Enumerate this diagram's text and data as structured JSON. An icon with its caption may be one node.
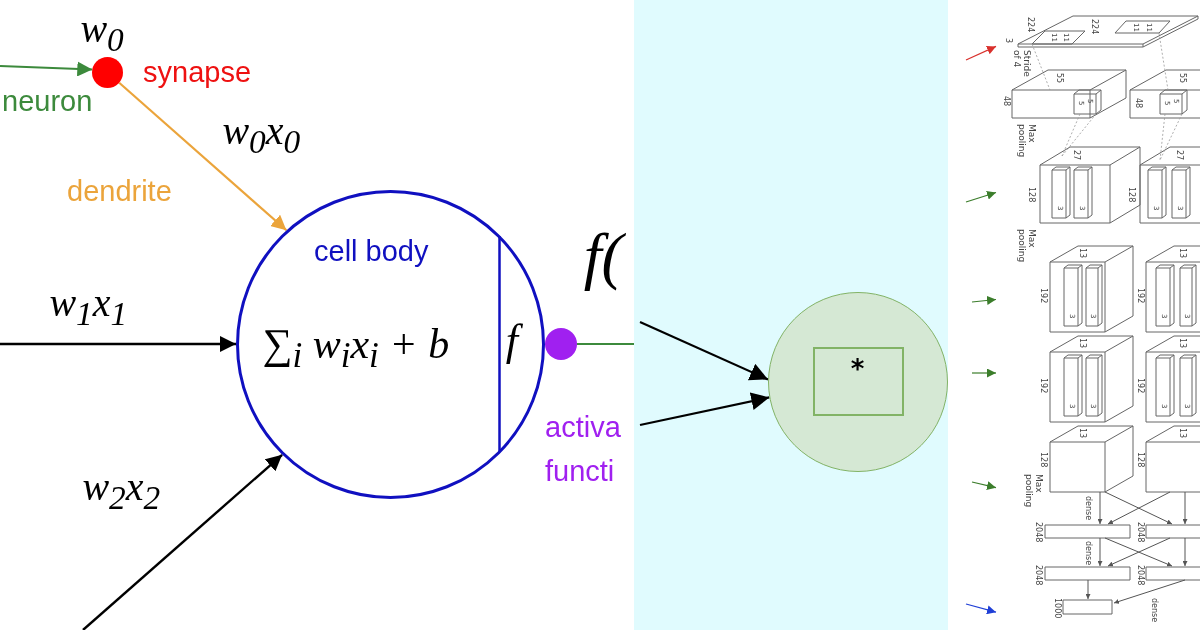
{
  "diagram": {
    "nodes": [
      {
        "text": [],
        "shape": "circle",
        "beside": [
          "w$_{0}$",
          "synapse"
        ]
      },
      {
        "text": [
          "cell body",
          "∑$_{i}$ w$_{i}$x$_{i}$ + b",
          "f"
        ]
      },
      {
        "text": [],
        "shape": "circle"
      },
      {
        "text": [],
        "shape": "circle"
      },
      {
        "text": [
          "*"
        ],
        "in": 3
      },
      {
        "text": [],
        "shape": "picture"
      }
    ],
    "edges": [
      {
        "from": null,
        "to": 0,
        "arrow": "to",
        "label": "neuron",
        "color": "#3c8a3c"
      },
      {
        "from": 0,
        "to": 1,
        "arrow": "to",
        "label": "dendrite",
        "color": "#eba43b"
      },
      {
        "from": null,
        "to": 1,
        "arrow": "to",
        "label": "w$_{1}$x$_{1}$"
      },
      {
        "from": null,
        "to": 1,
        "arrow": "to",
        "label": "w$_{2}$x$_{2}$"
      },
      {
        "from": 2,
        "to": null,
        "arrow": "none",
        "color": "#3c8a3c"
      },
      {
        "from": null,
        "to": 3,
        "arrow": "to"
      },
      {
        "from": null,
        "to": 3,
        "arrow": "to"
      },
      {
        "from": null,
        "to": 5,
        "arrow": "to",
        "color": "#d9302c"
      },
      {
        "from": null,
        "to": 5,
        "arrow": "to",
        "color": "#3b7d2b"
      },
      {
        "from": null,
        "to": 5,
        "arrow": "to",
        "color": "#3b7d2b"
      },
      {
        "from": null,
        "to": 5,
        "arrow": "to",
        "color": "#3b7d2b"
      },
      {
        "from": null,
        "to": 5,
        "arrow": "to",
        "color": "#3b7d2b"
      },
      {
        "from": null,
        "to": 5,
        "arrow": "to",
        "color": "#1f3fd6"
      }
    ],
    "labels": [
      "w$_{0}$x$_{0}$",
      "f(",
      "activa functi",
      "224",
      "224",
      "11",
      "11",
      "11",
      "11",
      "3",
      "Stride of 4",
      "55",
      "55",
      "48",
      "5",
      "5",
      "48",
      "5",
      "5",
      "Max pooling",
      "27",
      "27",
      "128",
      "128",
      "3",
      "3",
      "3",
      "3",
      "Max pooling",
      "13",
      "13",
      "192",
      "192",
      "3",
      "3",
      "3",
      "3",
      "13",
      "13",
      "192",
      "192",
      "3",
      "3",
      "3",
      "3",
      "13",
      "13",
      "128",
      "128",
      "Max pooling",
      "dense",
      "2048",
      "2048",
      "dense",
      "2048",
      "2048",
      "1000",
      "dense"
    ]
  }
}
